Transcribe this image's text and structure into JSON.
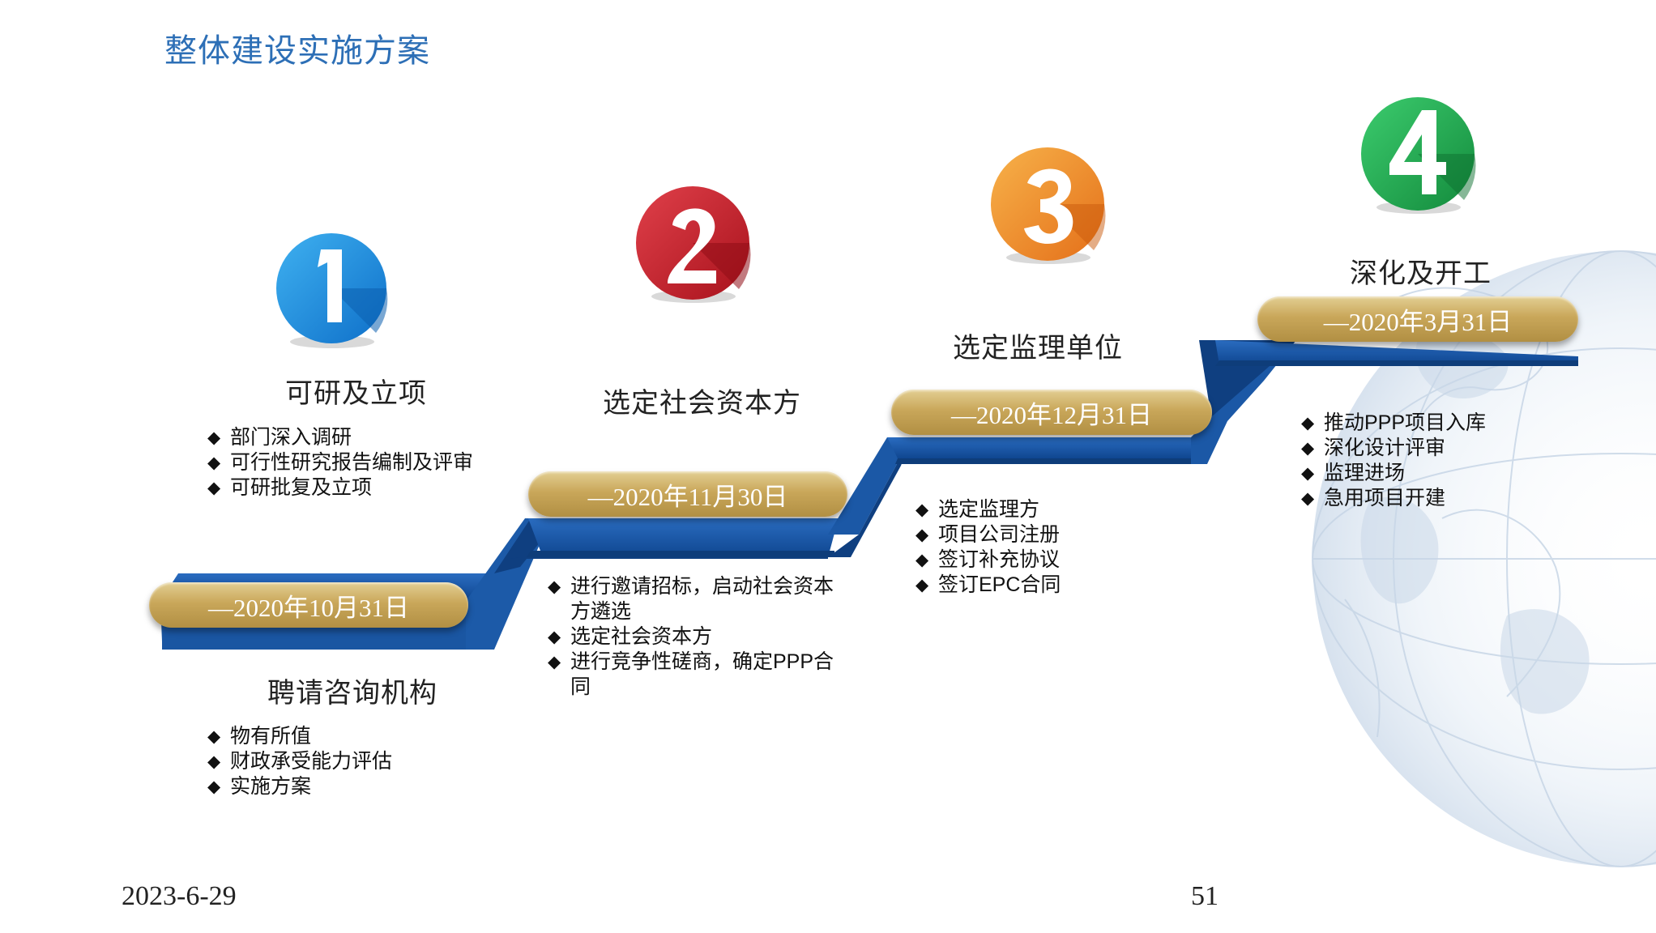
{
  "title": "整体建设实施方案",
  "stages": [
    {
      "number": "1",
      "color": "#1f8fe0",
      "title": "可研及立项",
      "items": [
        "部门深入调研",
        "可行性研究报告编制及评审",
        "可研批复及立项"
      ]
    },
    {
      "number": "2",
      "color": "#c8202c",
      "title": "选定社会资本方",
      "items": [
        "进行邀请招标，启动社会资本方遴选",
        "选定社会资本方",
        "进行竞争性磋商，确定PPP合同"
      ]
    },
    {
      "number": "3",
      "color": "#f0952a",
      "title": "选定监理单位",
      "items": [
        "选定监理方",
        "项目公司注册",
        "签订补充协议",
        "签订EPC合同"
      ]
    },
    {
      "number": "4",
      "color": "#1ea84e",
      "title": "深化及开工",
      "items": [
        "推动PPP项目入库",
        "深化设计评审",
        "监理进场",
        "急用项目开建"
      ]
    }
  ],
  "first_step": {
    "title": "聘请咨询机构",
    "items": [
      "物有所值",
      "财政承受能力评估",
      "实施方案"
    ]
  },
  "dates": [
    "—2020年10月31日",
    "—2020年11月30日",
    "—2020年12月31日",
    "—2020年3月31日"
  ],
  "bullet_glyph": "◆",
  "footer": {
    "date": "2023-6-29",
    "page": "51"
  },
  "colors": {
    "title": "#2d6fb6",
    "stair": "#1d5aa6",
    "stair_dark": "#0f3f80",
    "gold": "#c9a75a"
  }
}
